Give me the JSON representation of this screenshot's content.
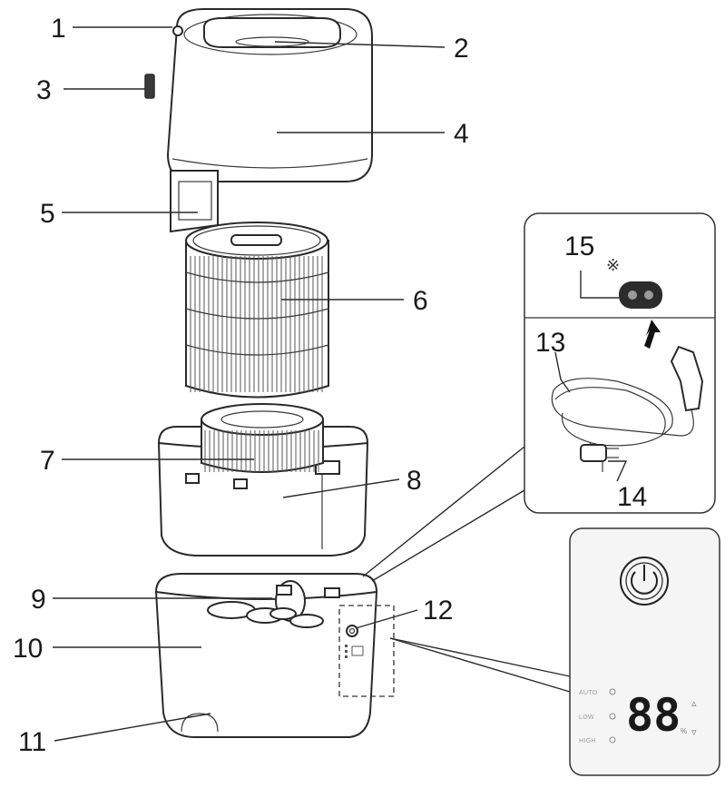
{
  "callouts": [
    {
      "num": "1"
    },
    {
      "num": "2"
    },
    {
      "num": "3"
    },
    {
      "num": "4"
    },
    {
      "num": "5"
    },
    {
      "num": "6"
    },
    {
      "num": "7"
    },
    {
      "num": "8"
    },
    {
      "num": "9"
    },
    {
      "num": "10"
    },
    {
      "num": "11"
    },
    {
      "num": "12"
    },
    {
      "num": "13"
    },
    {
      "num": "14"
    },
    {
      "num": "15"
    }
  ],
  "inset_note_symbol": "※",
  "control_panel": {
    "modes": [
      "AUTO",
      "LOW",
      "HIGH"
    ],
    "display_value": "88",
    "unit": "%",
    "up_symbol": "▵",
    "down_symbol": "▿",
    "power_icon": "power-icon"
  }
}
